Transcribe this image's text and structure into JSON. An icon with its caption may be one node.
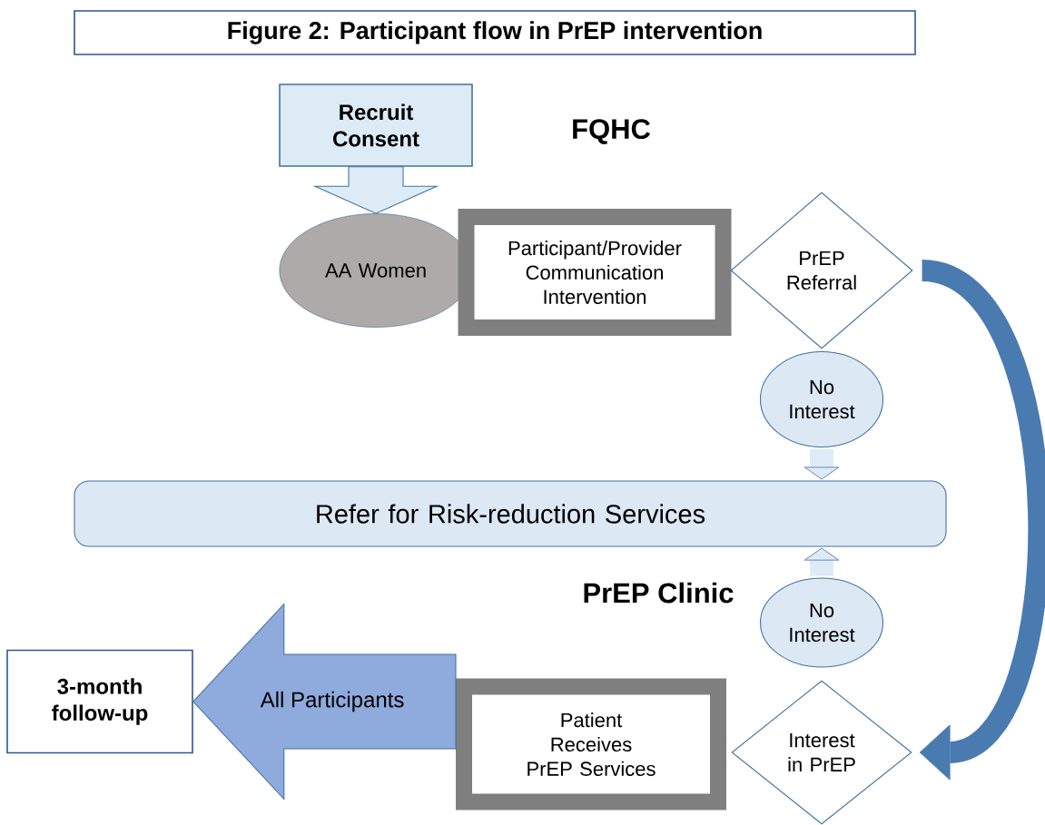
{
  "diagram": {
    "title": "Figure 2: Participant flow in PrEP intervention",
    "nodes": [
      {
        "text": [
          "Recruit Consent"
        ]
      },
      {
        "text": [
          "AA Women"
        ]
      },
      {
        "text": [
          "Participant/Provider Communication Intervention"
        ]
      },
      {
        "text": [
          "PrEP Referral"
        ]
      },
      {
        "text": [
          "No Interest"
        ]
      },
      {
        "text": [
          "Refer for Risk-reduction Services"
        ]
      },
      {
        "text": [
          "No Interest"
        ]
      },
      {
        "text": [
          "Interest in PrEP"
        ]
      },
      {
        "text": [
          "Patient Receives PrEP Services"
        ]
      },
      {
        "text": [
          "3-month follow-up"
        ]
      }
    ],
    "edges": [
      {
        "from": 0,
        "to": 1,
        "arrow": "to",
        "style": "thick"
      },
      {
        "from": 4,
        "to": 5,
        "arrow": "to"
      },
      {
        "from": 6,
        "to": 5,
        "arrow": "to"
      },
      {
        "from": 3,
        "to": 7,
        "arrow": "to",
        "color": "#4a7bb0"
      },
      {
        "from": 8,
        "to": 9,
        "arrow": "to",
        "style": "thick",
        "label": "All Participants",
        "color": "#8faadc"
      }
    ],
    "labels": [
      "FQHC",
      "PrEP Clinic"
    ]
  }
}
